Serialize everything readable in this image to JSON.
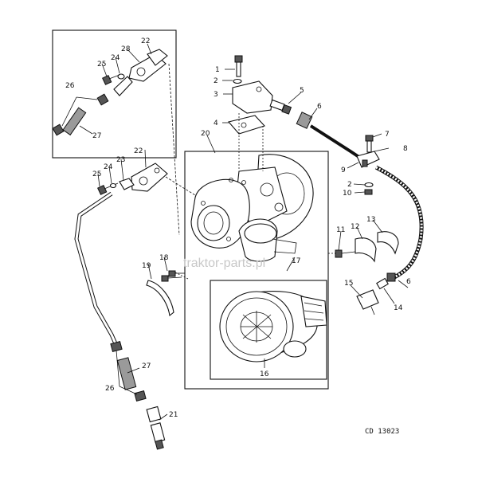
{
  "diagram": {
    "reference_code": "CD 13023",
    "watermark": "traktor-parts.pl",
    "callouts": [
      {
        "id": "1",
        "text": "1"
      },
      {
        "id": "2a",
        "text": "2"
      },
      {
        "id": "3",
        "text": "3"
      },
      {
        "id": "4",
        "text": "4"
      },
      {
        "id": "5",
        "text": "5"
      },
      {
        "id": "6a",
        "text": "6"
      },
      {
        "id": "7",
        "text": "7"
      },
      {
        "id": "8",
        "text": "8"
      },
      {
        "id": "9",
        "text": "9"
      },
      {
        "id": "2b",
        "text": "2"
      },
      {
        "id": "10",
        "text": "10"
      },
      {
        "id": "11",
        "text": "11"
      },
      {
        "id": "12",
        "text": "12"
      },
      {
        "id": "13",
        "text": "13"
      },
      {
        "id": "6b",
        "text": "6"
      },
      {
        "id": "14",
        "text": "14"
      },
      {
        "id": "15",
        "text": "15"
      },
      {
        "id": "16",
        "text": "16"
      },
      {
        "id": "17",
        "text": "17"
      },
      {
        "id": "18",
        "text": "18"
      },
      {
        "id": "19",
        "text": "19"
      },
      {
        "id": "20",
        "text": "20"
      },
      {
        "id": "21",
        "text": "21"
      },
      {
        "id": "22a",
        "text": "22"
      },
      {
        "id": "22b",
        "text": "22"
      },
      {
        "id": "23",
        "text": "23"
      },
      {
        "id": "24a",
        "text": "24"
      },
      {
        "id": "24b",
        "text": "24"
      },
      {
        "id": "25a",
        "text": "25"
      },
      {
        "id": "25b",
        "text": "25"
      },
      {
        "id": "26a",
        "text": "26"
      },
      {
        "id": "26b",
        "text": "26"
      },
      {
        "id": "27a",
        "text": "27"
      },
      {
        "id": "27b",
        "text": "27"
      },
      {
        "id": "28",
        "text": "28"
      }
    ]
  }
}
